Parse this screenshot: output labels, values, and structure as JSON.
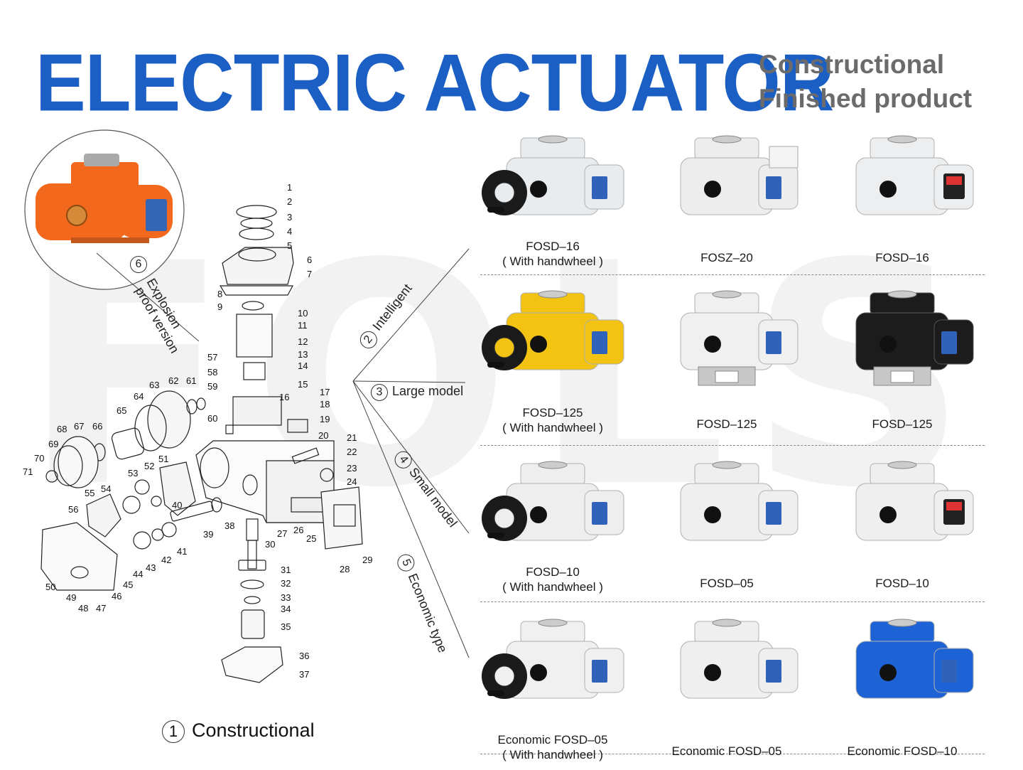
{
  "watermark": "FOLS",
  "header": {
    "title": "ELECTRIC ACTUATOR",
    "subtitle_line1": "Constructional",
    "subtitle_line2": "Finished product"
  },
  "categories": {
    "constructional": {
      "num": "1",
      "label": "Constructional"
    },
    "intelligent": {
      "num": "2",
      "label": "Intelligent"
    },
    "large_model": {
      "num": "3",
      "label": "Large model"
    },
    "small_model": {
      "num": "4",
      "label": "Small model"
    },
    "economic_type": {
      "num": "5",
      "label": "Economic type"
    },
    "explosion_proof": {
      "num": "6",
      "label_line1": "Explosion",
      "label_line2": "proof version"
    }
  },
  "part_numbers": [
    "1",
    "2",
    "3",
    "4",
    "5",
    "6",
    "7",
    "8",
    "9",
    "10",
    "11",
    "12",
    "13",
    "14",
    "15",
    "16",
    "17",
    "18",
    "19",
    "20",
    "21",
    "22",
    "23",
    "24",
    "25",
    "26",
    "27",
    "28",
    "29",
    "30",
    "31",
    "32",
    "33",
    "34",
    "35",
    "36",
    "37",
    "38",
    "39",
    "40",
    "41",
    "42",
    "43",
    "44",
    "45",
    "46",
    "47",
    "48",
    "49",
    "50",
    "51",
    "52",
    "53",
    "54",
    "55",
    "56",
    "57",
    "58",
    "59",
    "60",
    "61",
    "62",
    "63",
    "64",
    "65",
    "66",
    "67",
    "68",
    "69",
    "70",
    "71"
  ],
  "products": [
    {
      "name": "FOSD–16",
      "note": "( With handwheel )",
      "color": "#e9ecef",
      "icon": "actuator-handwheel-icon"
    },
    {
      "name": "FOSZ–20",
      "note": "",
      "color": "#ededed",
      "icon": "actuator-linear-icon"
    },
    {
      "name": "FOSD–16",
      "note": "",
      "color": "#eceeef",
      "icon": "actuator-display-icon"
    },
    {
      "name": "FOSD–125",
      "note": "( With handwheel )",
      "color": "#f2c313",
      "icon": "actuator-handwheel-icon"
    },
    {
      "name": "FOSD–125",
      "note": "",
      "color": "#f0f0f0",
      "icon": "actuator-bracket-icon"
    },
    {
      "name": "FOSD–125",
      "note": "",
      "color": "#1c1c1c",
      "icon": "actuator-bracket-icon"
    },
    {
      "name": "FOSD–10",
      "note": "( With handwheel )",
      "color": "#eeeeee",
      "icon": "actuator-handwheel-icon"
    },
    {
      "name": "FOSD–05",
      "note": "",
      "color": "#efefef",
      "icon": "actuator-icon"
    },
    {
      "name": "FOSD–10",
      "note": "",
      "color": "#efefef",
      "icon": "actuator-display-icon"
    },
    {
      "name": "Economic FOSD–05",
      "note": "( With handwheel )",
      "color": "#f0f0f0",
      "icon": "actuator-handwheel-icon"
    },
    {
      "name": "Economic FOSD–05",
      "note": "",
      "color": "#efefef",
      "icon": "actuator-icon"
    },
    {
      "name": "Economic FOSD–10",
      "note": "",
      "color": "#1e63d6",
      "icon": "actuator-icon"
    }
  ],
  "explosion_proof_color": "#f2681c"
}
